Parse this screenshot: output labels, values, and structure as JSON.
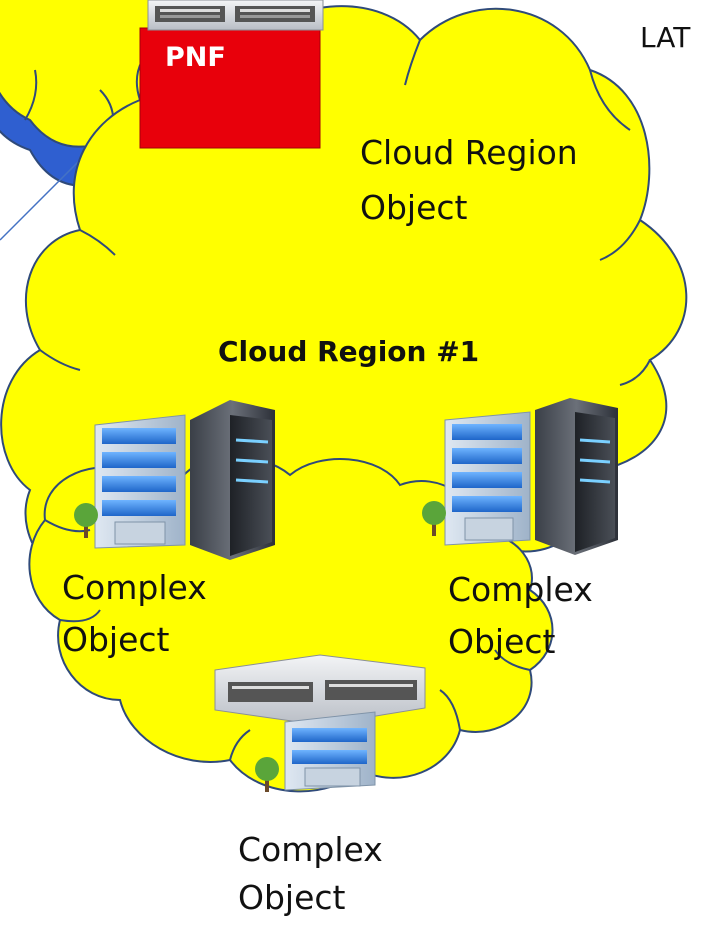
{
  "top_right_label": "LAT",
  "pnf": {
    "label": "PNF"
  },
  "cloud_region": {
    "object_label_line1": "Cloud Region",
    "object_label_line2": "Object",
    "title": "Cloud Region #1"
  },
  "complexes": [
    {
      "line1": "Complex",
      "line2": "Object"
    },
    {
      "line1": "Complex",
      "line2": "Object"
    },
    {
      "line1": "Complex",
      "line2": "Object"
    }
  ],
  "colors": {
    "cloud_fill": "#ffff00",
    "cloud_stroke": "#2f4a7a",
    "small_cloud_fill": "#2f5fd0",
    "pnf_fill": "#e8000b",
    "text": "#111111"
  },
  "icons": [
    "building-icon",
    "server-icon",
    "network-appliance-icon",
    "tree-icon"
  ]
}
